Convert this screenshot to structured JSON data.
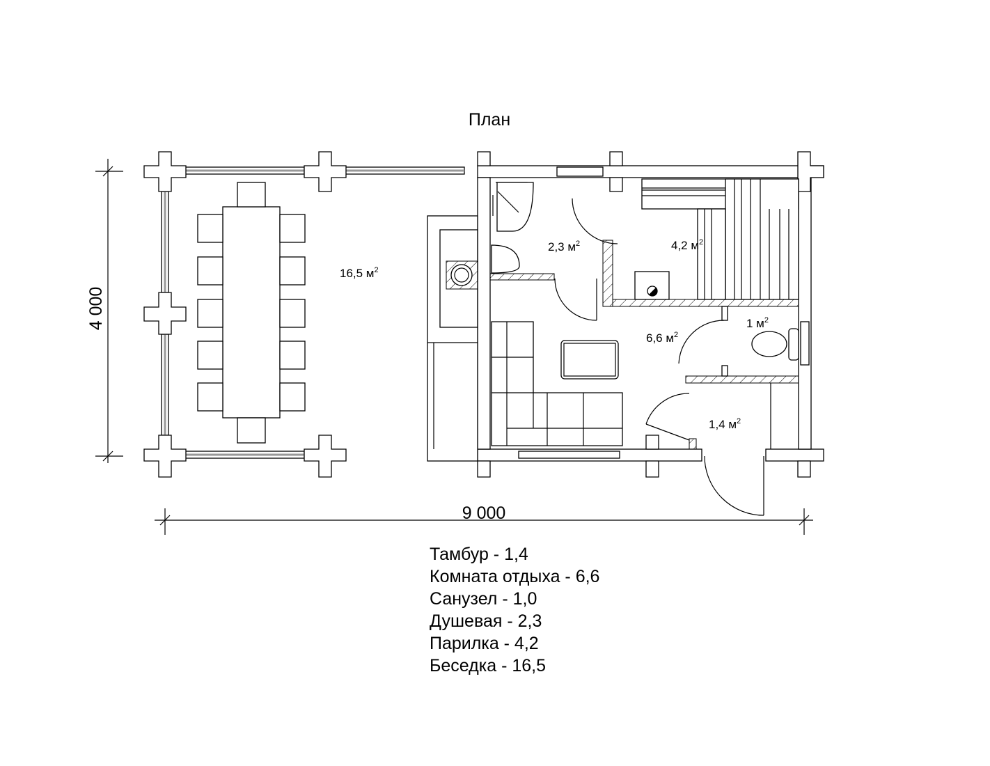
{
  "title": "План",
  "dimensions": {
    "height": "4 000",
    "width": "9 000"
  },
  "rooms": [
    {
      "id": "besedka",
      "value": "16,5 м",
      "sup": "2"
    },
    {
      "id": "dushevaya",
      "value": "2,3 м",
      "sup": "2"
    },
    {
      "id": "parilka",
      "value": "4,2 м",
      "sup": "2"
    },
    {
      "id": "sanuzel",
      "value": "1 м",
      "sup": "2"
    },
    {
      "id": "komnata",
      "value": "6,6 м",
      "sup": "2"
    },
    {
      "id": "tambur",
      "value": "1,4 м",
      "sup": "2"
    }
  ],
  "legend": [
    "Тамбур - 1,4",
    "Комната отдыха - 6,6",
    "Санузел - 1,0",
    "Душевая - 2,3",
    "Парилка - 4,2",
    "Беседка - 16,5"
  ],
  "colors": {
    "line": "#000000",
    "background": "#ffffff",
    "window": "#999999"
  }
}
